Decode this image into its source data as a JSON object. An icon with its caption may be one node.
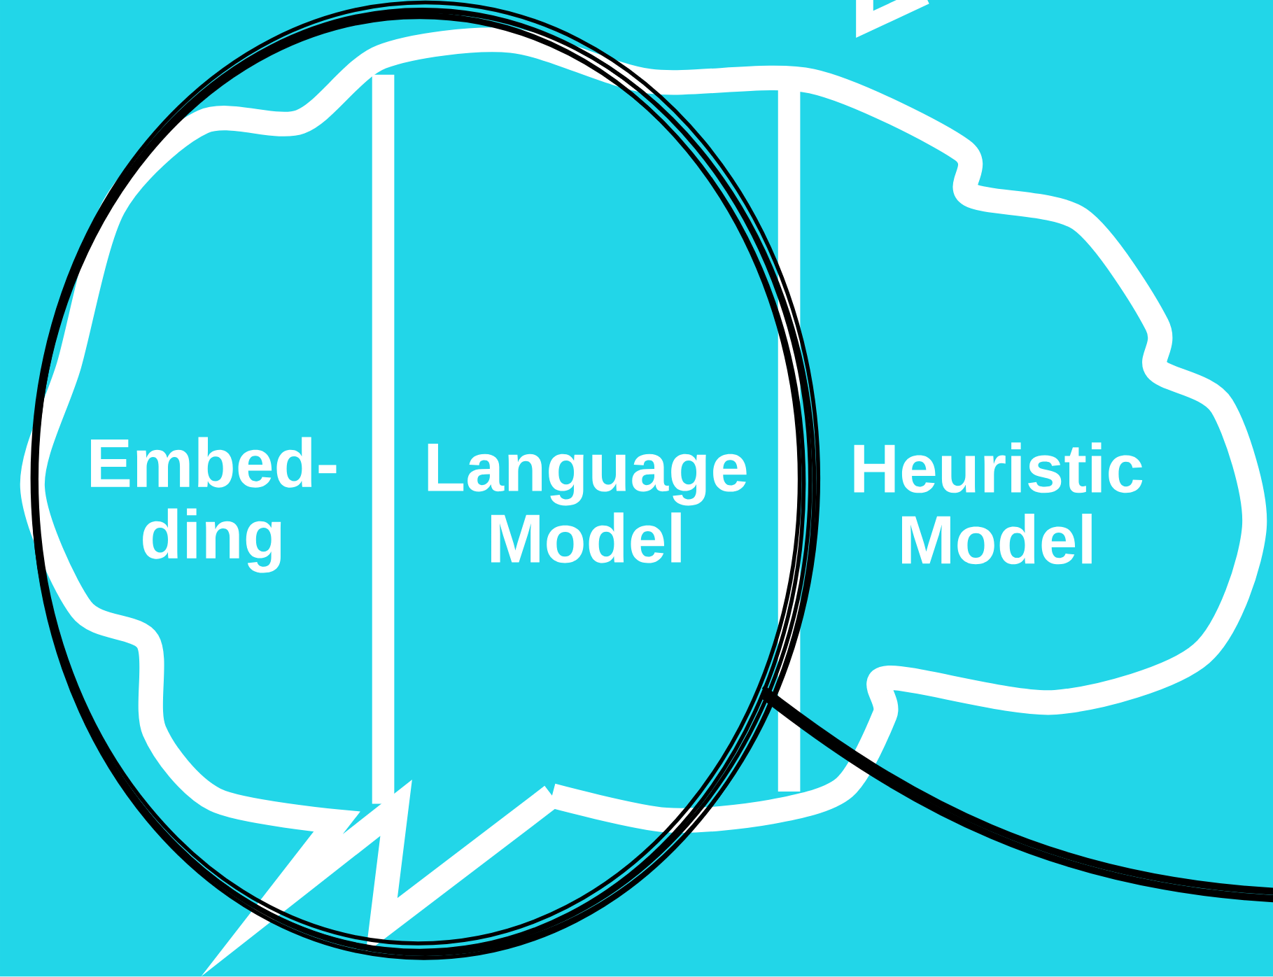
{
  "diagram": {
    "nodes": [
      {
        "text": [],
        "shape": "cloud"
      },
      {
        "text": [
          "Embed- ding"
        ],
        "in": 0
      },
      {
        "text": [
          "Language Model"
        ],
        "in": 0
      },
      {
        "text": [
          "Heuristic Model"
        ],
        "in": 0
      }
    ]
  }
}
